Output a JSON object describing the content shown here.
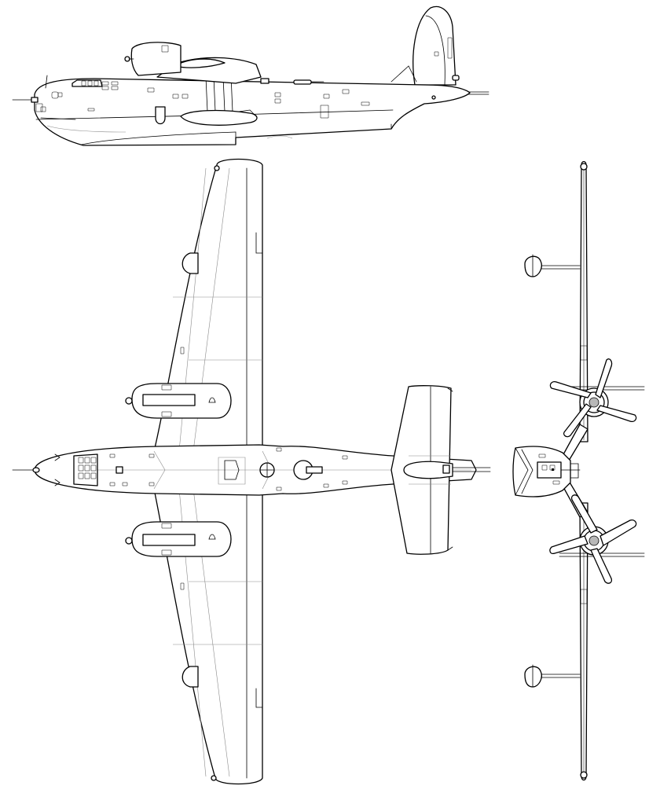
{
  "figure": {
    "views": [
      "side-view",
      "top-view",
      "front-view"
    ],
    "colors": {
      "line": "#000000",
      "background": "#ffffff",
      "hub": "#b8b8b8",
      "construction": "#8a8a8a"
    }
  }
}
